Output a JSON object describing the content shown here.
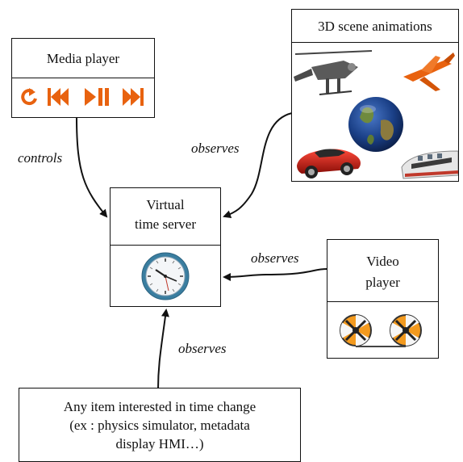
{
  "nodes": {
    "media_player": {
      "title": "Media player",
      "controls": [
        "replay-icon",
        "skip-back-icon",
        "play-pause-icon",
        "skip-forward-icon"
      ]
    },
    "scene_animations": {
      "title": "3D scene animations",
      "items": [
        "helicopter-icon",
        "airplane-icon",
        "globe-icon",
        "car-icon",
        "train-icon"
      ]
    },
    "time_server": {
      "title_line1": "Virtual",
      "title_line2": "time server",
      "icon": "clock-icon"
    },
    "video_player": {
      "title_line1": "Video",
      "title_line2": "player",
      "icon": "film-reels-icon"
    },
    "any_item": {
      "line1": "Any item interested in time change",
      "line2": "(ex : physics simulator, metadata",
      "line3": "display HMI…)"
    }
  },
  "edges": {
    "media_to_server": "controls",
    "scene_to_server": "observes",
    "video_to_server": "observes",
    "item_to_server": "observes"
  },
  "colors": {
    "accent": "#e8620f",
    "stroke": "#111111"
  }
}
